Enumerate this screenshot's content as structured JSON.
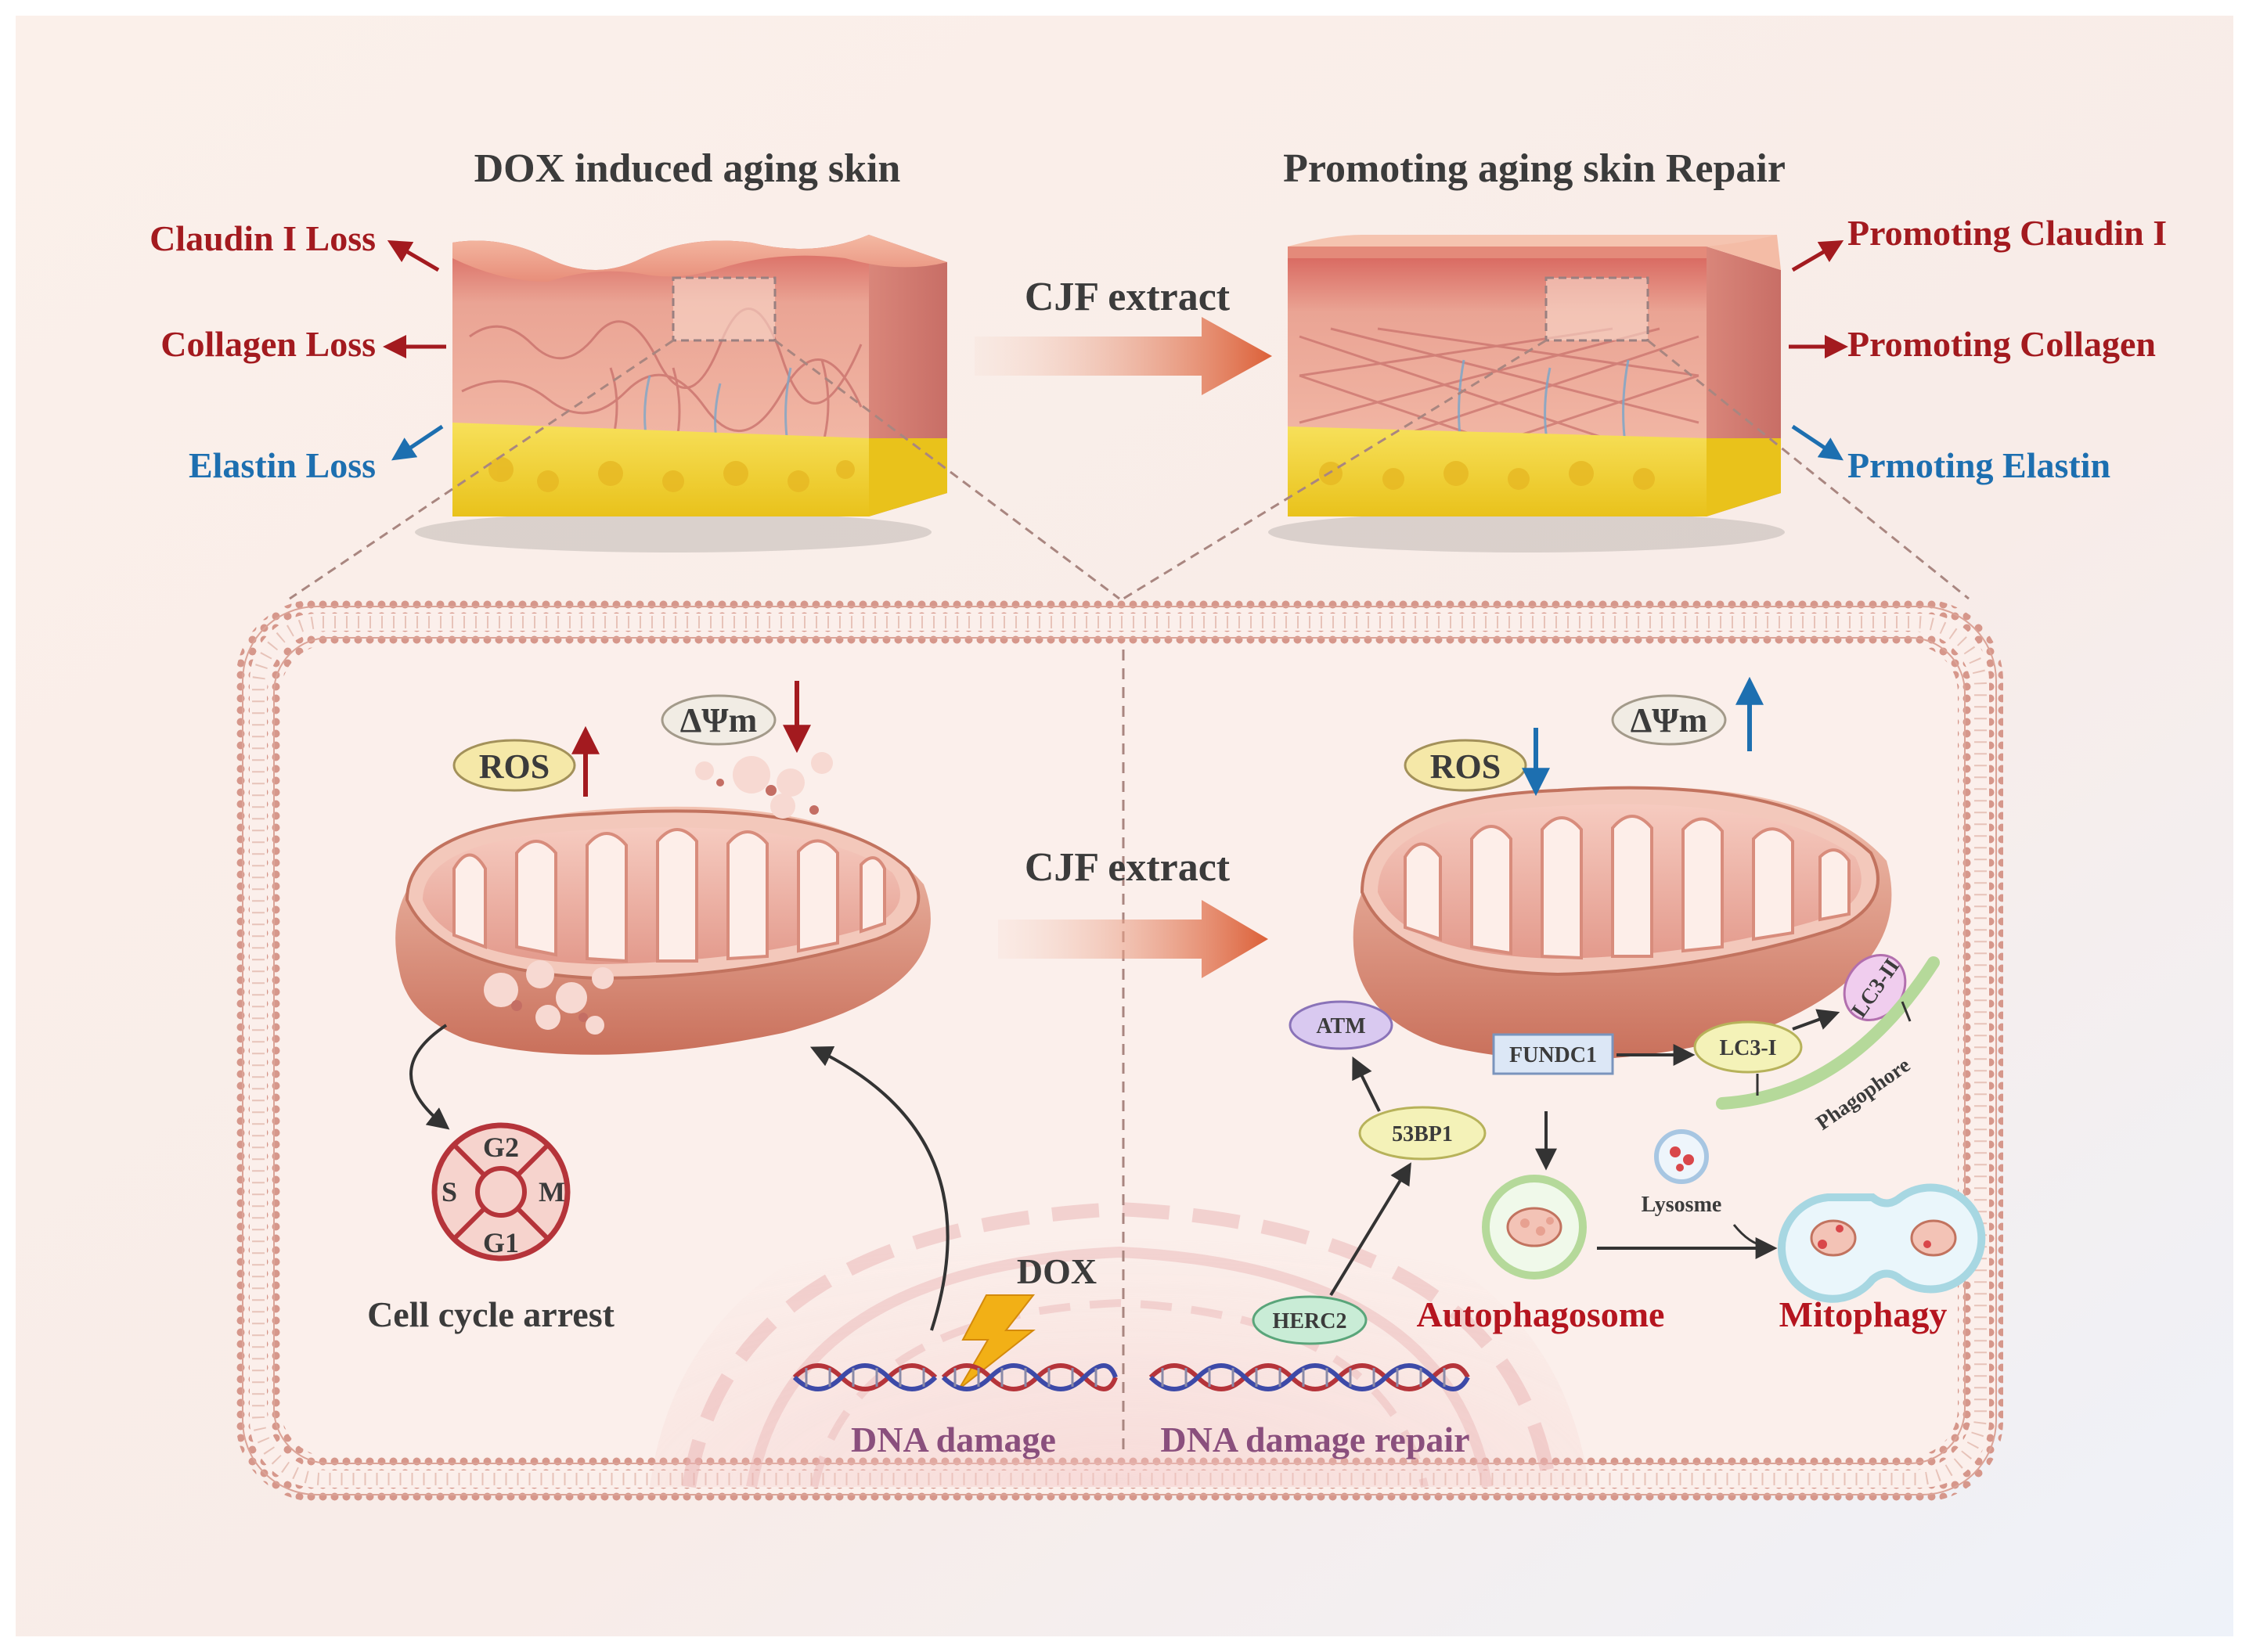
{
  "titles": {
    "left": "DOX induced aging skin",
    "right": "Promoting aging skin Repair"
  },
  "treatment_labels": {
    "skin": "CJF extract",
    "cell": "CJF extract"
  },
  "left_skin_labels": {
    "claudin": "Claudin I Loss",
    "collagen": "Collagen Loss",
    "elastin": "Elastin Loss"
  },
  "right_skin_labels": {
    "claudin": "Promoting Claudin I",
    "collagen": "Promoting Collagen",
    "elastin": "Prmoting Elastin"
  },
  "left_cell": {
    "ros": "ROS",
    "membrane_potential": "ΔΨm",
    "cell_cycle_phases": [
      "G2",
      "M",
      "G1",
      "S"
    ],
    "cell_cycle_label": "Cell cycle arrest",
    "dox_label": "DOX",
    "dna_label": "DNA damage"
  },
  "right_cell": {
    "ros": "ROS",
    "membrane_potential": "ΔΨm",
    "atm": "ATM",
    "bp1": "53BP1",
    "herc2": "HERC2",
    "fundc1": "FUNDC1",
    "lc3i": "LC3-I",
    "lc3ii": "LC3-II",
    "phagophore": "Phagophore",
    "lysosome": "Lysosme",
    "autophagosome": "Autophagosome",
    "mitophagy": "Mitophagy",
    "dna_label": "DNA damage repair"
  },
  "colors": {
    "dark_red": "#a31a1f",
    "blue": "#1d6fb0",
    "grey_text": "#3b3b3b",
    "dna_text": "#8a4f7d",
    "arrow_orange": "#d9623b",
    "membrane": "#cf8f84",
    "skin_pink": "#e7968a",
    "fat_yellow": "#f0d12a"
  }
}
